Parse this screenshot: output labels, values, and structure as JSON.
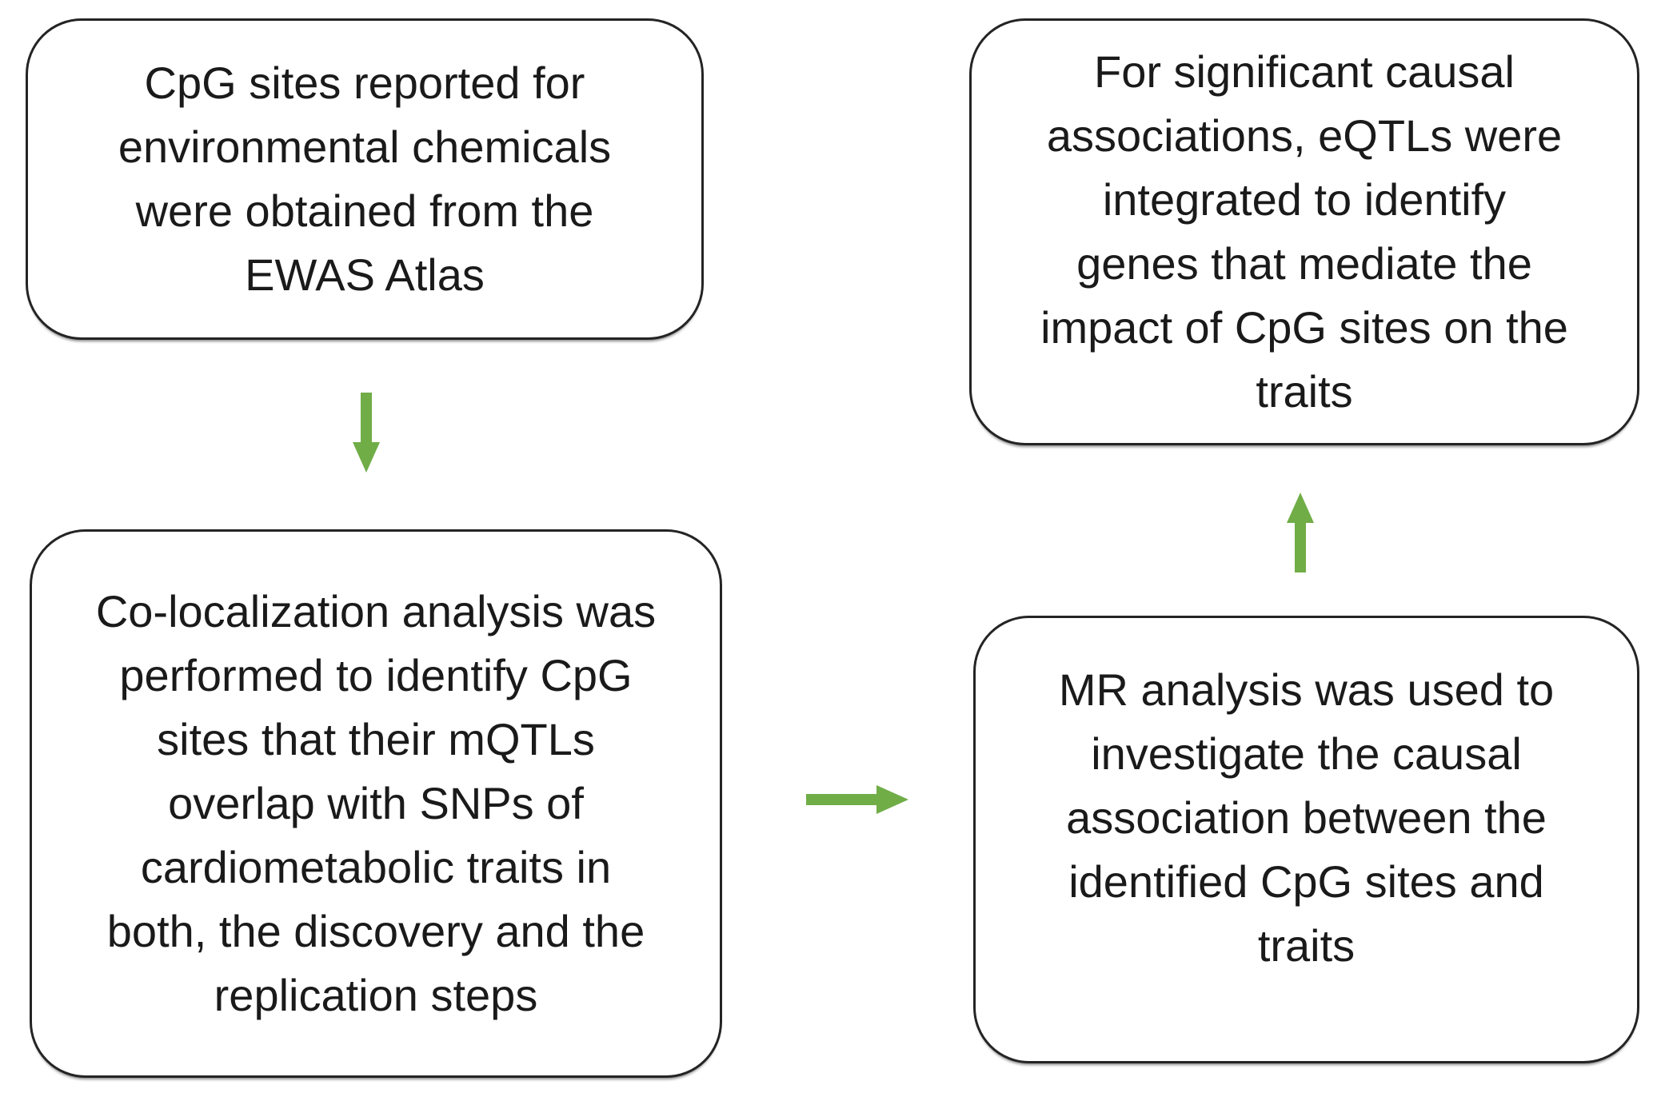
{
  "figure": {
    "type": "flowchart",
    "background": "#ffffff"
  },
  "colors": {
    "arrow": "#70ad47",
    "box_border": "#242424",
    "text": "#1a1a1a"
  },
  "boxes": {
    "ewas": {
      "lines": [
        "CpG sites reported for",
        "environmental chemicals",
        "were obtained from the",
        "EWAS Atlas"
      ]
    },
    "colocalization": {
      "lines": [
        "Co-localization analysis was",
        "performed to identify CpG",
        "sites that their mQTLs",
        "overlap with SNPs of",
        "cardiometabolic traits in",
        "both, the discovery and the",
        "replication steps"
      ]
    },
    "mr": {
      "lines": [
        "MR analysis was used to",
        "investigate the causal",
        "association between the",
        "identified CpG sites and",
        "traits"
      ]
    },
    "eqtl": {
      "lines": [
        "For significant causal",
        "associations, eQTLs were",
        "integrated to identify",
        "genes that mediate the",
        "impact of CpG sites on the",
        "traits"
      ]
    }
  },
  "arrows": {
    "ewas_to_colocalization": {
      "direction": "down"
    },
    "colocalization_to_mr": {
      "direction": "right"
    },
    "mr_to_eqtl": {
      "direction": "up"
    }
  }
}
